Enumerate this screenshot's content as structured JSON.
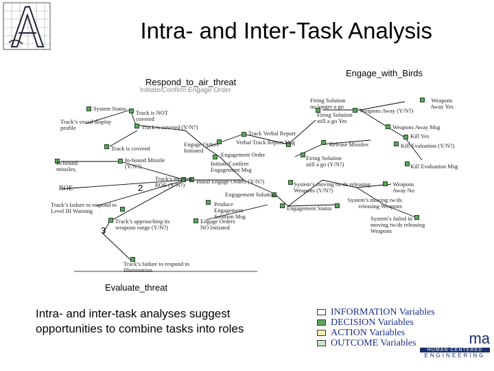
{
  "title": "Intra- and Inter-Task Analysis",
  "headings": {
    "engage_with_birds": "Engage_with_Birds",
    "respond_to_air_threat": "Respond_to_air_threat",
    "initiate_confirm_engage_order": "Initiate/Confirm Engage Order",
    "evaluate_threat": "Evaluate_threat"
  },
  "markers": [
    "2",
    "3"
  ],
  "nodes": {
    "system_status": "System Status",
    "track_visual_display": "Track’s visual display profile",
    "track_not_covered": "Track is NOT covered",
    "track_covered_yn": "Track is covered (Y/N?)",
    "track_is_covered": "Track is covered",
    "inbound_missiles": "In-bound missiles,",
    "inbound_missile_yn": "In-bound Missile (Y/N?)",
    "roe": "ROE",
    "meeting_roe": "Track’s meeting ROE (Y/N?)",
    "failure_level3": "Track’s failure to respond to Level III Warning",
    "approaching_range": "Track’s approaching its weapons range (Y/N?)",
    "failure_illumination": "Track’s failure to respond to Illumination",
    "engage_orders_initiated": "Engage Orders Initiated",
    "initiate_confirm_engagement_msg": "Initiate/Confirm Engagement Msg",
    "initial_engage_orders": "Initial Engage Orders (Y/N?)",
    "engagement_order": "Engagement Order",
    "engagement_solution": "Engagement Solution",
    "produce_engagement_solution": "Produce Engagement Solution Msg",
    "engage_orders_not_initiated": "Engage Orders NO Initiated",
    "track_verbal_report": "Track Verbal Report",
    "verbal_track_report_msg": "Verbal Track Report Msg",
    "firing_solution_no_longer": "Firing Solution no longer a go",
    "firing_solution_still_go_yes": "Firing Solution still a go Yes",
    "release_missiles": "Release Missiles",
    "firing_solution_still_go_yn": "Firing Solution still a go (Y/N?)",
    "weapons_away_yn": "Weapons Away (Y/N?)",
    "weapons_away_yes": "Weapons Away Yes",
    "weapons_away_msg": "Weapons Away Msg",
    "kill_yes": "Kill Yes",
    "kill_evaluation_yn": "Kill Evaluation (Y/N?)",
    "kill_evaluation_msg": "Kill Evaluation Msg",
    "system_moving_yn": "System’s moving tw/ds releasing Weapons (Y/N?)",
    "weapons_away_no": "Weapons Away No",
    "engagement_status": "Engagement Status",
    "system_moving_releasing": "System’s moving tw/ds releasing Weapons",
    "system_failed": "System’s failed in moving tw/ds releasing Weapons"
  },
  "summary": "Intra- and inter-task analyses suggest opportunities to combine tasks into roles",
  "legend": [
    {
      "label": "INFORMATION Variables",
      "color": "#ffffff"
    },
    {
      "label": "DECISION Variables",
      "color": "#5ea65e"
    },
    {
      "label": "ACTION Variables",
      "color": "#f4f0b0"
    },
    {
      "label": "OUTCOME Variables",
      "color": "#c7e7c7"
    }
  ],
  "brand": {
    "letters": "ma",
    "line1": "HUMAN-CENTERED",
    "line2": "ENGINEERING"
  },
  "colors": {
    "decision_node": "#5ea65e",
    "info_node": "#3a5fb0",
    "legend_text": "#1a2f8a",
    "brand": "#1a2f6a"
  }
}
